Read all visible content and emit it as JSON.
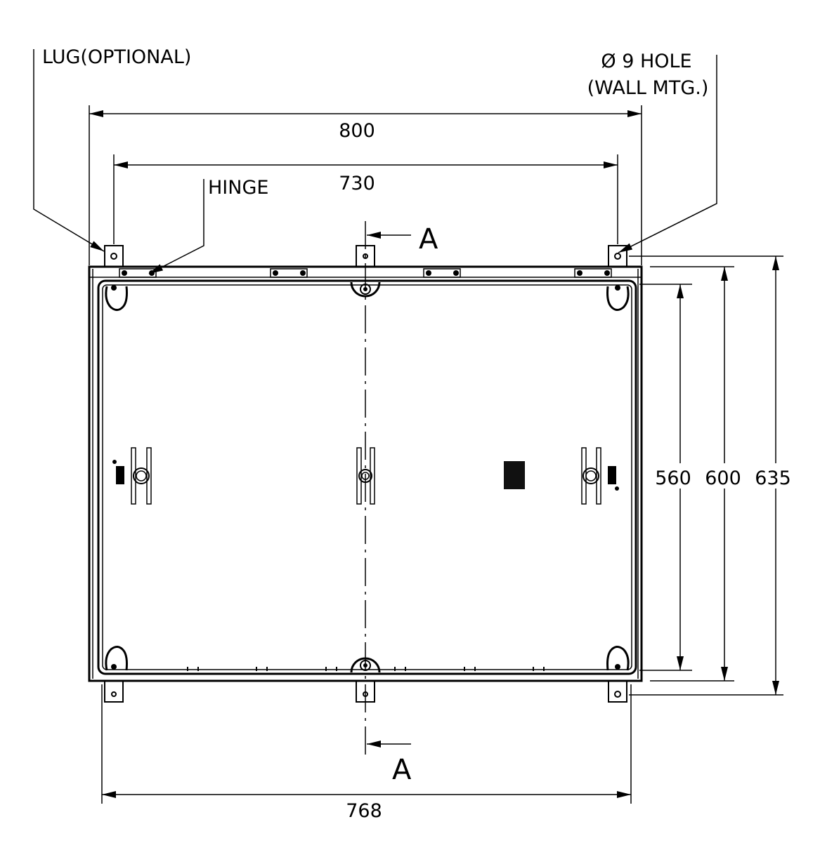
{
  "title": "Enclosure front view",
  "labels": {
    "lug": "LUG(OPTIONAL)",
    "hinge": "HINGE",
    "hole_line1": "Ø 9 HOLE",
    "hole_line2": "(WALL MTG.)",
    "section_top": "A",
    "section_bottom": "A"
  },
  "dimensions": {
    "overall_width": "800",
    "lug_spacing": "730",
    "bottom_width": "768",
    "inner_height": "560",
    "body_height": "600",
    "overall_height": "635"
  }
}
